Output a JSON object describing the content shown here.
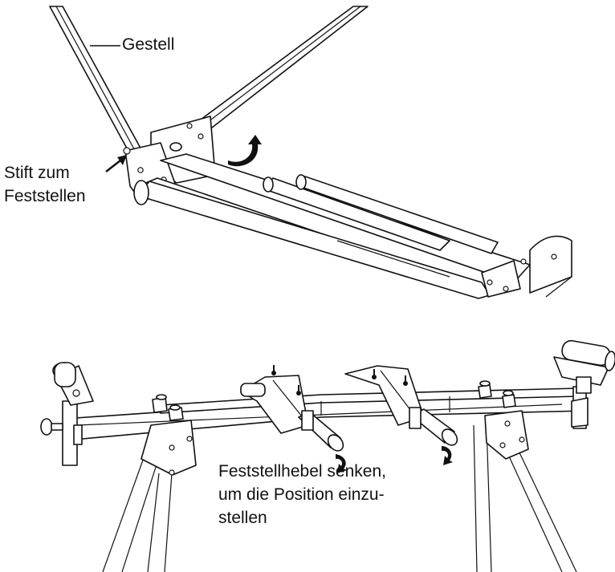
{
  "figure_top": {
    "label_frame": "Gestell",
    "label_pin_line1": "Stift zum",
    "label_pin_line2": "Feststellen"
  },
  "figure_bottom": {
    "label_lever_line1": "Feststellhebel senken,",
    "label_lever_line2": "um die Position einzu-",
    "label_lever_line3": "stellen"
  },
  "colors": {
    "line": "#111111",
    "background": "#ffffff"
  }
}
